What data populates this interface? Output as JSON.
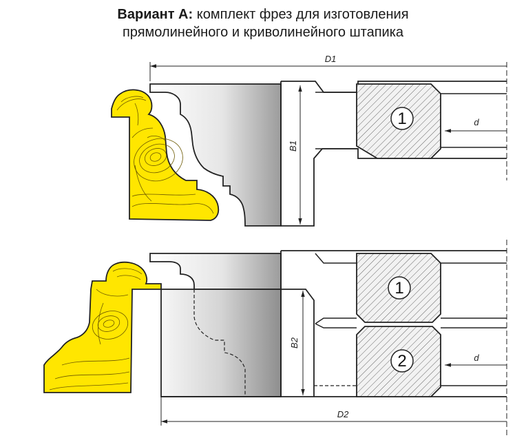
{
  "title": {
    "prefix": "Вариант А:",
    "line1": "комплект фрез для изготовления",
    "line2": "прямолинейного и криволинейного штапика"
  },
  "dimensions": {
    "D1": "D1",
    "D2": "D2",
    "B1": "B1",
    "B2": "B2",
    "d_top": "d",
    "d_bottom": "d"
  },
  "cutter_numbers": {
    "top": "1",
    "bottom_1": "1",
    "bottom_2": "2"
  },
  "colors": {
    "wood": "#ffe600",
    "wood_lines": "#5a4a00",
    "steel_light": "#f4f4f4",
    "steel_dark": "#9a9a9a",
    "hatch": "#555555"
  }
}
